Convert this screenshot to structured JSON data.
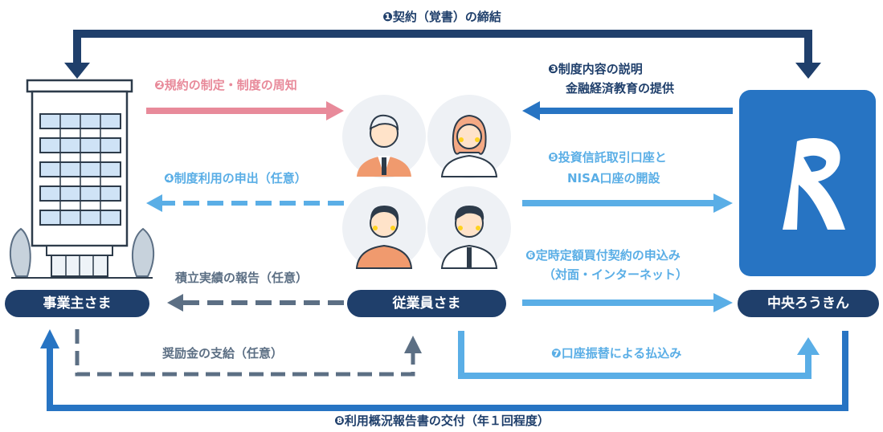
{
  "colors": {
    "navy": "#1f3f6b",
    "blue": "#2774c3",
    "light_blue": "#5aaee6",
    "pink": "#e88a9a",
    "gray": "#5c6f84"
  },
  "entities": {
    "employer": "事業主さま",
    "employee": "従業員さま",
    "bank": "中央ろうきん"
  },
  "flows": {
    "step1": "❶契約（覚書）の締結",
    "step2": "❷規約の制定・制度の周知",
    "step3_line1": "❸制度内容の説明",
    "step3_line2": "金融経済教育の提供",
    "step4": "❹制度利用の申出（任意）",
    "step5_line1": "❺投資信託取引口座と",
    "step5_line2": "NISA口座の開設",
    "step6_line1": "❻定時定額買付契約の申込み",
    "step6_line2": "（対面・インターネット）",
    "step7": "❼口座振替による払込み",
    "step8": "❽利用概況報告書の交付（年１回程度）",
    "report": "積立実績の報告（任意）",
    "incentive": "奨励金の支給（任意）"
  },
  "icons": {
    "building": "office-building-icon",
    "bank_logo": "chuo-rokin-logo-icon",
    "people": [
      "businessman-avatar-icon",
      "businesswoman-avatar-icon",
      "woman-avatar-icon",
      "man-avatar-icon"
    ]
  }
}
